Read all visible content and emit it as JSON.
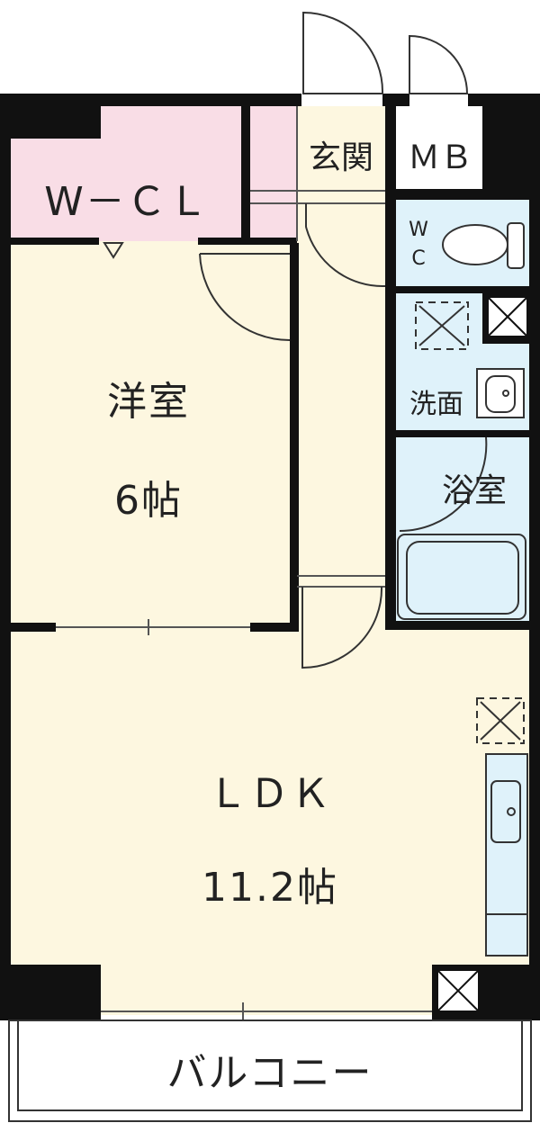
{
  "rooms": {
    "wcl": "W－ＣＬ",
    "western_name": "洋室",
    "western_size": "6帖",
    "entrance": "玄関",
    "mb": "ＭＢ",
    "wc_top": "W",
    "wc_bottom": "C",
    "washroom": "洗面",
    "bath": "浴室",
    "ldk_name": "ＬＤＫ",
    "ldk_size": "11.2帖",
    "balcony": "バルコニー"
  },
  "colors": {
    "wall": "#111111",
    "pink": "#f9dde6",
    "cream": "#fdf7e0",
    "blue": "#dff2fa",
    "line": "#555555"
  }
}
